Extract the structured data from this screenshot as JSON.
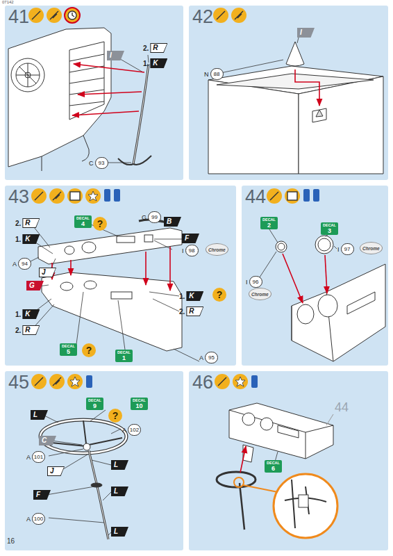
{
  "diagram": {
    "nodes": [
      {
        "text": [
          "41"
        ]
      },
      {
        "text": [
          "2.",
          "R"
        ],
        "in": 0
      },
      {
        "text": [
          "1.",
          "K"
        ],
        "in": 0
      },
      {
        "text": [
          "I"
        ],
        "in": 0
      },
      {
        "text": [
          "C",
          "93"
        ],
        "in": 0
      },
      {
        "text": [
          "42"
        ]
      },
      {
        "text": [
          "I"
        ],
        "in": 5
      },
      {
        "text": [
          "N",
          "88"
        ],
        "in": 5
      },
      {
        "text": [
          "43"
        ]
      },
      {
        "text": [
          "2.",
          "R"
        ],
        "in": 8
      },
      {
        "text": [
          "1.",
          "K"
        ],
        "in": 8
      },
      {
        "text": [
          "DECAL",
          "4"
        ],
        "in": 8
      },
      {
        "text": [
          "?"
        ],
        "in": 8
      },
      {
        "text": [
          "G",
          "99"
        ],
        "in": 8
      },
      {
        "text": [
          "B"
        ],
        "in": 8
      },
      {
        "text": [
          "F"
        ],
        "in": 8
      },
      {
        "text": [
          "I",
          "98"
        ],
        "in": 8
      },
      {
        "text": [
          "Chrome"
        ],
        "in": 8
      },
      {
        "text": [
          "A",
          "94"
        ],
        "in": 8
      },
      {
        "text": [
          "J"
        ],
        "in": 8
      },
      {
        "text": [
          "G"
        ],
        "in": 8
      },
      {
        "text": [
          "1.",
          "K"
        ],
        "in": 8
      },
      {
        "text": [
          "?"
        ],
        "in": 8
      },
      {
        "text": [
          "2.",
          "R"
        ],
        "in": 8
      },
      {
        "text": [
          "1.",
          "K"
        ],
        "in": 8
      },
      {
        "text": [
          "2.",
          "R"
        ],
        "in": 8
      },
      {
        "text": [
          "DECAL",
          "5"
        ],
        "in": 8
      },
      {
        "text": [
          "?"
        ],
        "in": 8
      },
      {
        "text": [
          "DECAL",
          "1"
        ],
        "in": 8
      },
      {
        "text": [
          "A",
          "95"
        ],
        "in": 8
      },
      {
        "text": [
          "44"
        ]
      },
      {
        "text": [
          "DECAL",
          "2"
        ],
        "in": 30
      },
      {
        "text": [
          "DECAL",
          "3"
        ],
        "in": 30
      },
      {
        "text": [
          "I",
          "97"
        ],
        "in": 30
      },
      {
        "text": [
          "Chrome"
        ],
        "in": 30
      },
      {
        "text": [
          "I",
          "96"
        ],
        "in": 30
      },
      {
        "text": [
          "Chrome"
        ],
        "in": 30
      },
      {
        "text": [
          "45"
        ]
      },
      {
        "text": [
          "DECAL",
          "9"
        ],
        "in": 37
      },
      {
        "text": [
          "?"
        ],
        "in": 37
      },
      {
        "text": [
          "DECAL",
          "10"
        ],
        "in": 37
      },
      {
        "text": [
          "A",
          "102"
        ],
        "in": 37
      },
      {
        "text": [
          "L"
        ],
        "in": 37
      },
      {
        "text": [
          "C"
        ],
        "in": 37
      },
      {
        "text": [
          "A",
          "101"
        ],
        "in": 37
      },
      {
        "text": [
          "L"
        ],
        "in": 37
      },
      {
        "text": [
          "J"
        ],
        "in": 37
      },
      {
        "text": [
          "F"
        ],
        "in": 37
      },
      {
        "text": [
          "L"
        ],
        "in": 37
      },
      {
        "text": [
          "A",
          "100"
        ],
        "in": 37
      },
      {
        "text": [
          "L"
        ],
        "in": 37
      },
      {
        "text": [
          "46"
        ]
      },
      {
        "text": [
          "DECAL",
          "6"
        ],
        "in": 51
      }
    ],
    "labels": [
      "07142",
      "16",
      "44"
    ]
  }
}
